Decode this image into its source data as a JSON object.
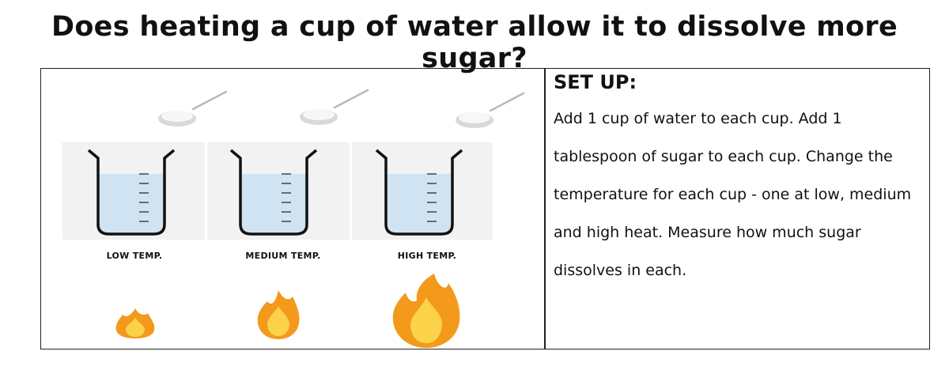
{
  "title": "Does heating a cup of water allow it to dissolve more sugar?",
  "setup": {
    "heading": "SET UP:",
    "body": "Add 1 cup of water to each cup. Add 1 tablespoon of sugar to each cup. Change the temperature for each cup - one at low, medium and high heat. Measure how much sugar dissolves in each."
  },
  "cups": [
    {
      "label": "LOW TEMP.",
      "flame": "small-flame"
    },
    {
      "label": "MEDIUM TEMP.",
      "flame": "medium-flame"
    },
    {
      "label": "HIGH TEMP.",
      "flame": "large-flame"
    }
  ],
  "colors": {
    "water": "#cfe3f3",
    "beaker_outline": "#111111",
    "panel": "#f2f2f2",
    "flame_outer": "#f39a1d",
    "flame_inner": "#fbd24a"
  }
}
